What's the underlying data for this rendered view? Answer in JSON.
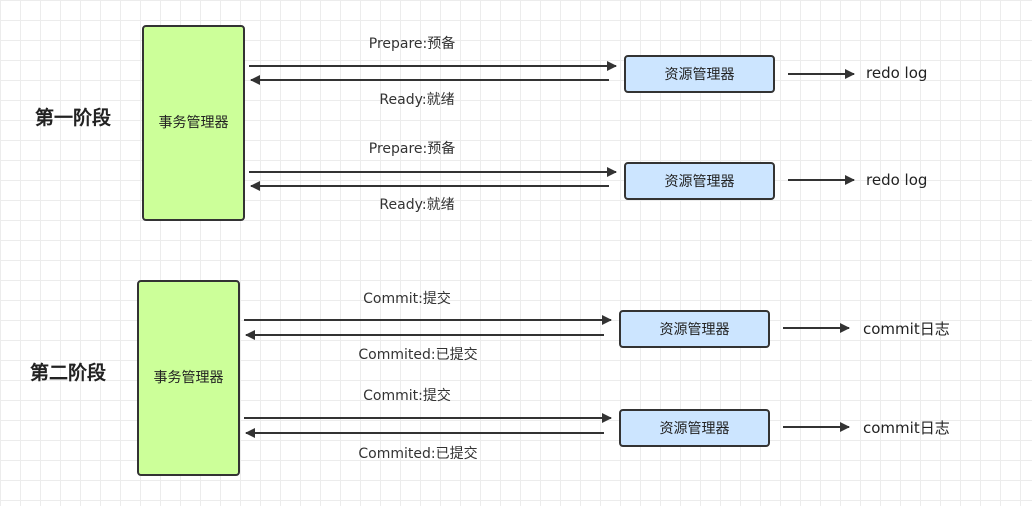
{
  "colors": {
    "tm_fill": "#ccff99",
    "rm_fill": "#cce5ff",
    "stroke": "#333333"
  },
  "phase1": {
    "label": "第一阶段",
    "tm": "事务管理器",
    "rows": [
      {
        "request": "Prepare:预备",
        "reply": "Ready:就绪",
        "rm": "资源管理器",
        "log": "redo log"
      },
      {
        "request": "Prepare:预备",
        "reply": "Ready:就绪",
        "rm": "资源管理器",
        "log": "redo log"
      }
    ]
  },
  "phase2": {
    "label": "第二阶段",
    "tm": "事务管理器",
    "rows": [
      {
        "request": "Commit:提交",
        "reply": "Commited:已提交",
        "rm": "资源管理器",
        "log": "commit日志"
      },
      {
        "request": "Commit:提交",
        "reply": "Commited:已提交",
        "rm": "资源管理器",
        "log": "commit日志"
      }
    ]
  }
}
